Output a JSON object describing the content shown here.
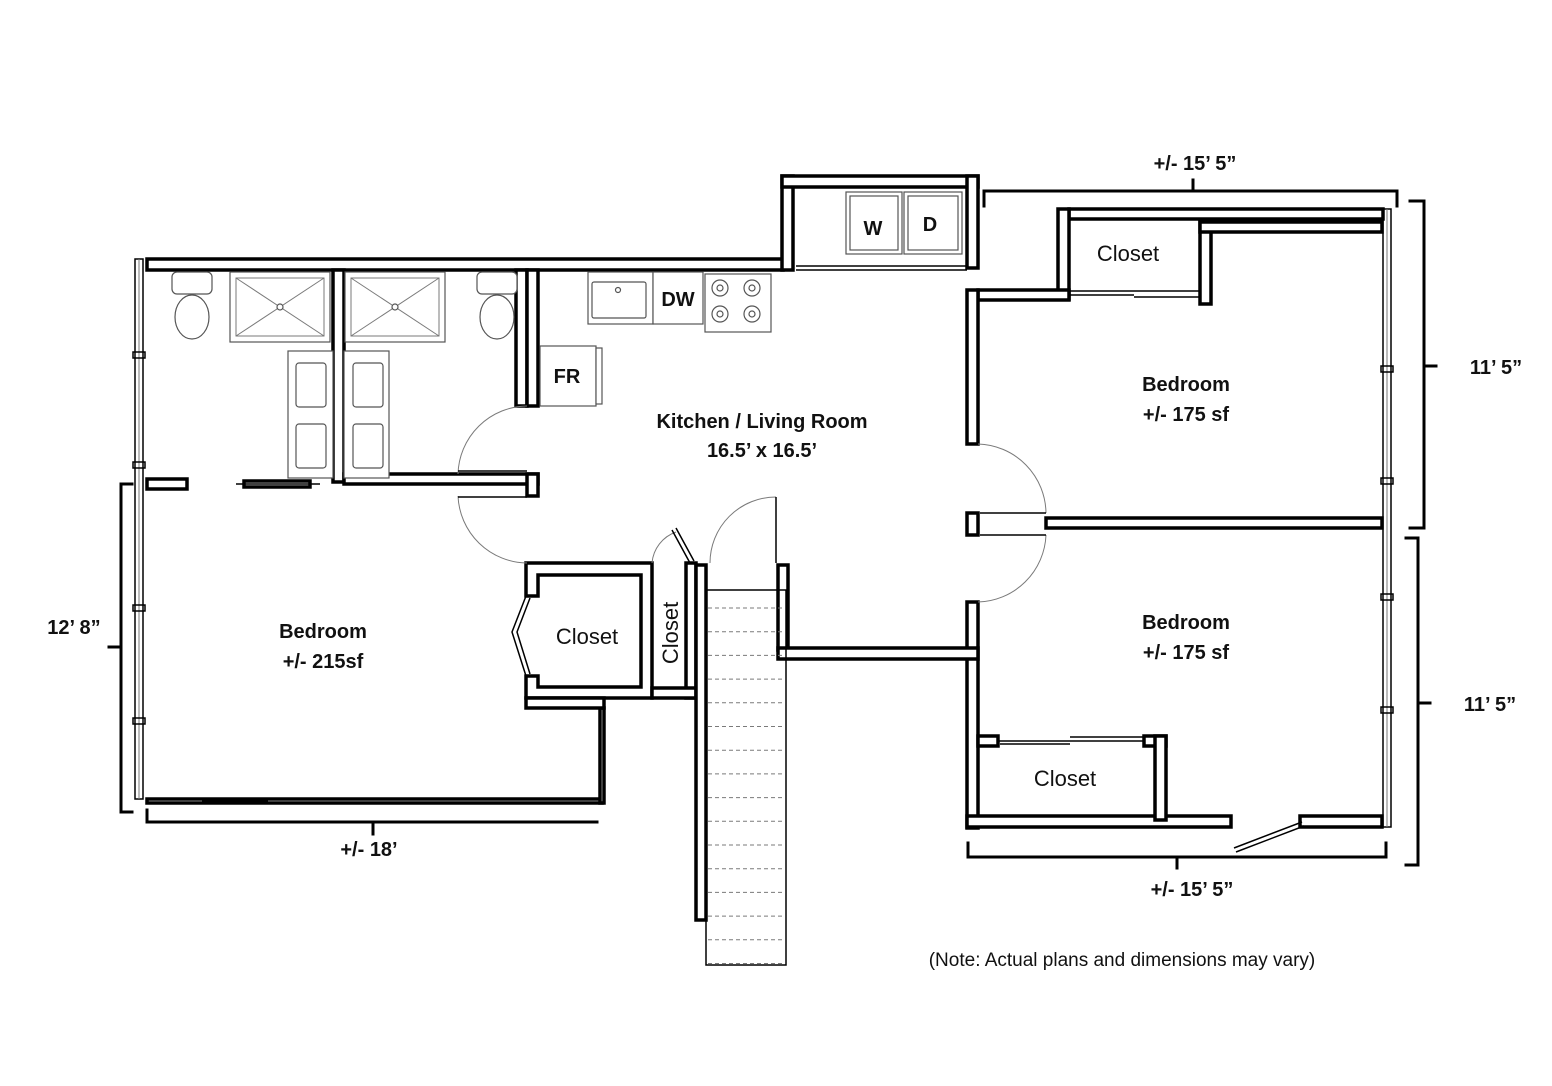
{
  "rooms": {
    "kitchen_living": {
      "name": "Kitchen / Living Room",
      "size": "16.5’ x 16.5’"
    },
    "bedroom_left": {
      "name": "Bedroom",
      "area": "+/- 215sf"
    },
    "bedroom_upper_right": {
      "name": "Bedroom",
      "area": "+/- 175 sf"
    },
    "bedroom_lower_right": {
      "name": "Bedroom",
      "area": "+/- 175 sf"
    }
  },
  "closets": {
    "left": "Closet",
    "hall": "Closet",
    "upper_right": "Closet",
    "lower_right": "Closet"
  },
  "appliances": {
    "washer": "W",
    "dryer": "D",
    "dishwasher": "DW",
    "fridge": "FR"
  },
  "dimensions": {
    "top_right_width": "+/- 15’ 5”",
    "bottom_right_width": "+/- 15’ 5”",
    "right_upper_height": "11’ 5”",
    "right_lower_height": "11’ 5”",
    "left_height": "12’ 8”",
    "left_width": "+/- 18’"
  },
  "note": "(Note: Actual plans and dimensions may vary)"
}
